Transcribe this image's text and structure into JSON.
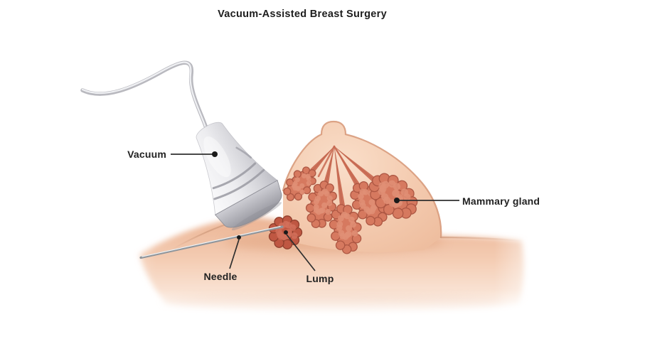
{
  "title": "Vacuum-Assisted Breast Surgery",
  "labels": {
    "vacuum": "Vacuum",
    "mammary_gland": "Mammary gland",
    "needle": "Needle",
    "lump": "Lump"
  },
  "colors": {
    "background": "#ffffff",
    "text": "#222222",
    "leader_line": "#2f2f2f",
    "skin": "#f3c9ae",
    "skin_highlight": "#f9dcc8",
    "skin_shadow": "#dfa07c",
    "skin_outline": "#d89b7c",
    "duct": "#c96a52",
    "gland": "#d6795f",
    "gland_bump": "#e08f76",
    "gland_outline": "#ad5743",
    "lump": "#bf5742",
    "lump_bump": "#d2705a",
    "lump_outline": "#8f3f2d",
    "probe_light": "#fbfbfc",
    "probe_dark": "#c2c2c8",
    "probe_collar": "#9b9ba3",
    "probe_ridge": "#9a9aa2",
    "cable": "#b9b9bf",
    "needle": "#8f959b"
  }
}
